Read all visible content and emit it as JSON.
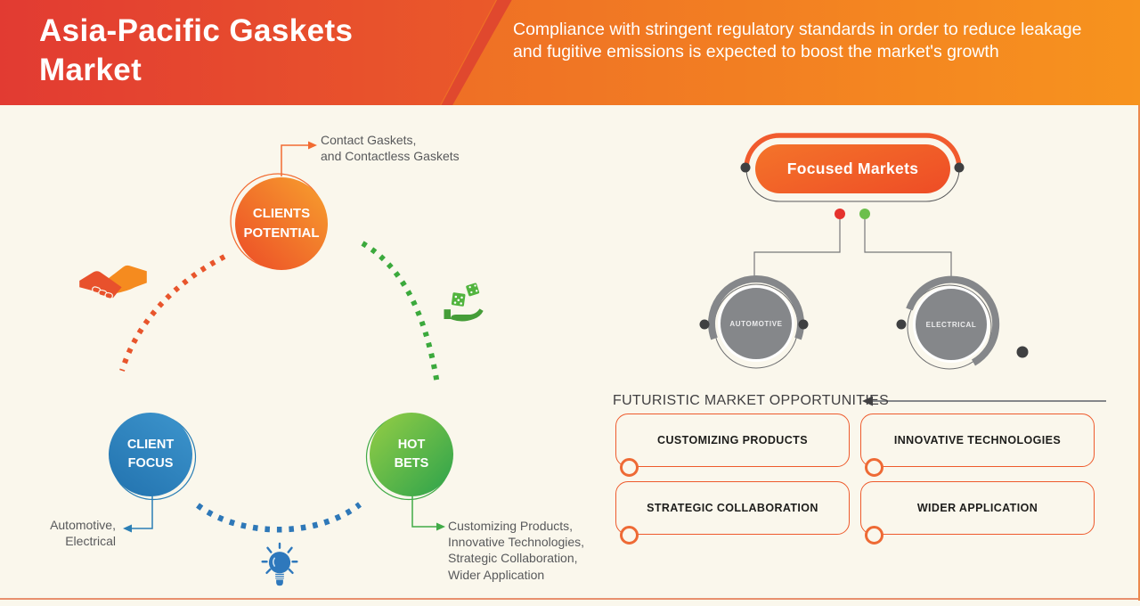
{
  "header": {
    "title": "Asia-Pacific Gaskets Market",
    "subtitle": "Compliance with stringent regulatory standards in order to reduce leakage and fugitive emissions is expected to boost the market's growth"
  },
  "hub_diagram": {
    "nodes": [
      {
        "label": "CLIENTS\nPOTENTIAL",
        "annotation": "Contact Gaskets,\nand Contactless Gaskets",
        "color": "#ee5125"
      },
      {
        "label": "CLIENT\nFOCUS",
        "annotation": "Automotive,\nElectrical",
        "color": "#2e7fb8"
      },
      {
        "label": "HOT\nBETS",
        "annotation": "Customizing Products,\nInnovative Technologies,\nStrategic Collaboration,\nWider Application",
        "color": "#41ab47"
      }
    ]
  },
  "focused_markets": {
    "title": "Focused Markets",
    "markets": [
      "AUTOMOTIVE",
      "ELECTRICAL"
    ]
  },
  "opportunities": {
    "heading": "FUTURISTIC MARKET OPPORTUNITIES",
    "items": [
      "CUSTOMIZING PRODUCTS",
      "INNOVATIVE TECHNOLOGIES",
      "STRATEGIC COLLABORATION",
      "WIDER APPLICATION"
    ]
  },
  "colors": {
    "header_red": "#e23b32",
    "header_orange": "#f7931e",
    "background": "#faf7ec",
    "accent_orange": "#ee5b2d",
    "accent_blue": "#2e7fb8",
    "accent_green": "#41ab47",
    "gray_circle": "#85878a",
    "text_dark": "#58595b"
  }
}
